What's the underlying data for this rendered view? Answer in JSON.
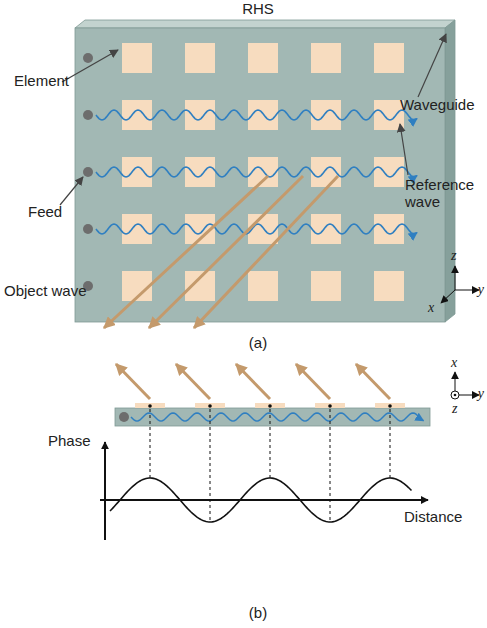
{
  "diagram": {
    "labels": [
      "RHS",
      "Element",
      "Waveguide",
      "Feed",
      "Reference wave",
      "Object wave",
      "z",
      "y",
      "x",
      "(a)",
      "x",
      "y",
      "z",
      "Phase",
      "Distance",
      "(b)"
    ]
  }
}
